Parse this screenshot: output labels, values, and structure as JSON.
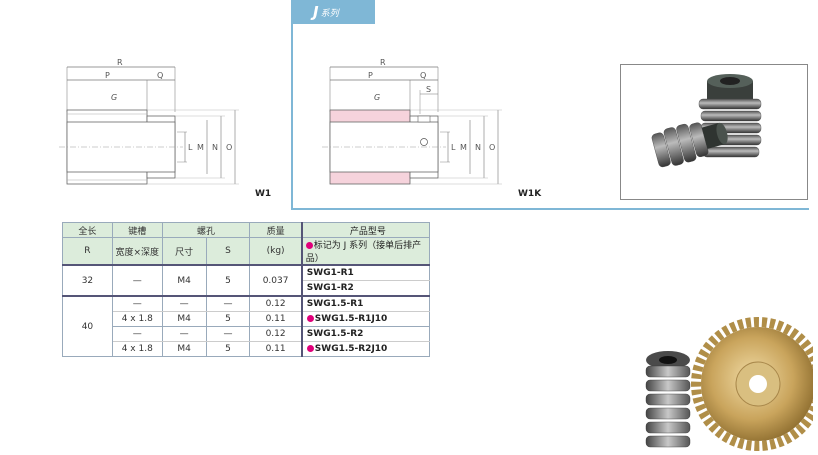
{
  "j_series": {
    "j": "J",
    "label": "系列"
  },
  "drawing_w1": {
    "label": "W1",
    "dims": [
      "R",
      "P",
      "Q",
      "G",
      "L",
      "M",
      "N",
      "O"
    ]
  },
  "drawing_w1k": {
    "label": "W1K",
    "dims": [
      "R",
      "P",
      "Q",
      "S",
      "G",
      "L",
      "M",
      "N",
      "O"
    ]
  },
  "table": {
    "headers": {
      "length": "全长",
      "length_sym": "R",
      "keyway": "键槽",
      "keyway_sub": "宽度×深度",
      "hole": "螺孔",
      "hole_size": "尺寸",
      "hole_s": "S",
      "mass": "质量",
      "mass_unit": "(kg)",
      "part": "产品型号",
      "part_note": "标记为 J 系列（接单后排产品）"
    },
    "groups": [
      {
        "R": "32",
        "rows": [
          {
            "keyway": "—",
            "size": "M4",
            "S": "5",
            "mass": "0.037",
            "parts": [
              "SWG1-R1",
              "SWG1-R2"
            ],
            "j": [
              false,
              false
            ]
          }
        ]
      },
      {
        "R": "40",
        "rows": [
          {
            "keyway": "—",
            "size": "—",
            "S": "—",
            "mass": "0.12",
            "parts": [
              "SWG1.5-R1"
            ],
            "j": [
              false
            ]
          },
          {
            "keyway": "4 x 1.8",
            "size": "M4",
            "S": "5",
            "mass": "0.11",
            "parts": [
              "SWG1.5-R1J10"
            ],
            "j": [
              true
            ]
          },
          {
            "keyway": "—",
            "size": "—",
            "S": "—",
            "mass": "0.12",
            "parts": [
              "SWG1.5-R2"
            ],
            "j": [
              false
            ]
          },
          {
            "keyway": "4 x 1.8",
            "size": "M4",
            "S": "5",
            "mass": "0.11",
            "parts": [
              "SWG1.5-R2J10"
            ],
            "j": [
              true
            ]
          }
        ]
      }
    ]
  },
  "colors": {
    "accent": "#7fb7d6",
    "header_bg": "#dcecdb",
    "j_marker": "#e0007a",
    "j_part_fill": "#f6d3dc",
    "brass": "#c9a45c"
  }
}
